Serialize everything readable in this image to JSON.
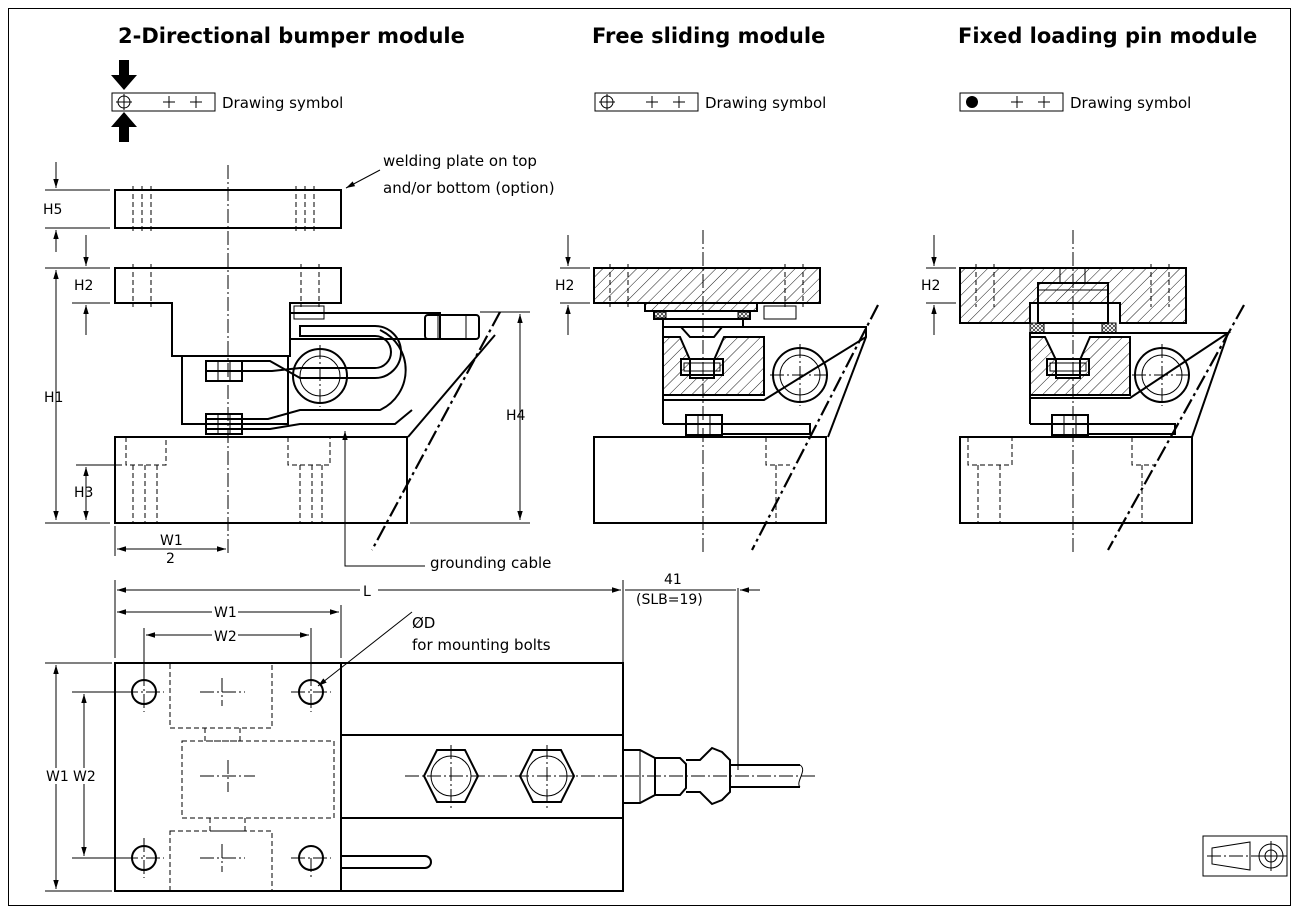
{
  "titles": {
    "bumper": "2-Directional bumper module",
    "sliding": "Free sliding module",
    "fixed": "Fixed loading pin module"
  },
  "symbol_label": "Drawing symbol",
  "annotations": {
    "welding_plate_line1": "welding plate on top",
    "welding_plate_line2": "and/or bottom (option)",
    "grounding_cable": "grounding cable",
    "bolt_dia": "ØD",
    "bolt_note": "for mounting bolts"
  },
  "dimensions": {
    "H1": "H1",
    "H2": "H2",
    "H3": "H3",
    "H4": "H4",
    "H5": "H5",
    "W1_half_num": "W1",
    "W1_half_den": "2",
    "L": "L",
    "W1": "W1",
    "W2": "W2",
    "side_W1": "W1",
    "side_W2": "W2",
    "cable_41": "41",
    "cable_slb": "(SLB=19)",
    "sliding_H2": "H2",
    "fixed_H2": "H2"
  },
  "colors": {
    "line": "#000000",
    "background": "#ffffff"
  },
  "icons": [
    "load-arrow-icon",
    "projection-symbol-icon"
  ]
}
